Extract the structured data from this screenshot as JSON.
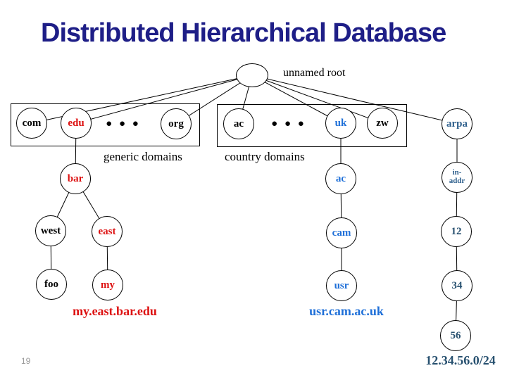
{
  "slide": {
    "title": "Distributed Hierarchical Database",
    "page_number": "19"
  },
  "diagram": {
    "root": {
      "label": "unnamed root"
    },
    "group_labels": {
      "generic": "generic domains",
      "country": "country domains"
    },
    "ellipsis": "● ● ●",
    "nodes": {
      "com": {
        "label": "com",
        "color": "#000000"
      },
      "edu": {
        "label": "edu",
        "color": "#DD1111"
      },
      "org": {
        "label": "org",
        "color": "#000000"
      },
      "ac_country": {
        "label": "ac",
        "color": "#000000"
      },
      "uk": {
        "label": "uk",
        "color": "#1E6FD8"
      },
      "zw": {
        "label": "zw",
        "color": "#000000"
      },
      "arpa": {
        "label": "arpa",
        "color": "#2E5F8C"
      },
      "bar": {
        "label": "bar",
        "color": "#DD1111"
      },
      "west": {
        "label": "west",
        "color": "#000000"
      },
      "east": {
        "label": "east",
        "color": "#DD1111"
      },
      "foo": {
        "label": "foo",
        "color": "#000000"
      },
      "my": {
        "label": "my",
        "color": "#DD1111"
      },
      "ac_uk": {
        "label": "ac",
        "color": "#1E6FD8"
      },
      "cam": {
        "label": "cam",
        "color": "#1E6FD8"
      },
      "usr": {
        "label": "usr",
        "color": "#1E6FD8"
      },
      "in_addr": {
        "label": "in-\naddr",
        "color": "#2E5F8C"
      },
      "n12": {
        "label": "12",
        "color": "#27506F"
      },
      "n34": {
        "label": "34",
        "color": "#27506F"
      },
      "n56": {
        "label": "56",
        "color": "#27506F"
      }
    },
    "edges": [
      [
        "root",
        "com"
      ],
      [
        "root",
        "edu"
      ],
      [
        "root",
        "org"
      ],
      [
        "root",
        "ac_country"
      ],
      [
        "root",
        "uk"
      ],
      [
        "root",
        "zw"
      ],
      [
        "root",
        "arpa"
      ],
      [
        "edu",
        "bar"
      ],
      [
        "bar",
        "west"
      ],
      [
        "bar",
        "east"
      ],
      [
        "west",
        "foo"
      ],
      [
        "east",
        "my"
      ],
      [
        "uk",
        "ac_uk"
      ],
      [
        "ac_uk",
        "cam"
      ],
      [
        "cam",
        "usr"
      ],
      [
        "arpa",
        "in_addr"
      ],
      [
        "in_addr",
        "n12"
      ],
      [
        "n12",
        "n34"
      ],
      [
        "n34",
        "n56"
      ]
    ],
    "captions": {
      "generic_fqdn": "my.east.bar.edu",
      "country_fqdn": "usr.cam.ac.uk",
      "arpa_prefix": "12.34.56.0/24"
    },
    "colors": {
      "title": "#1E1E87",
      "red": "#DD1111",
      "blue": "#1E6FD8",
      "steel_blue": "#2E5F8C",
      "dark_steel_blue": "#27506F",
      "page_number_gray": "#9A9A9A",
      "line": "#000000"
    }
  }
}
